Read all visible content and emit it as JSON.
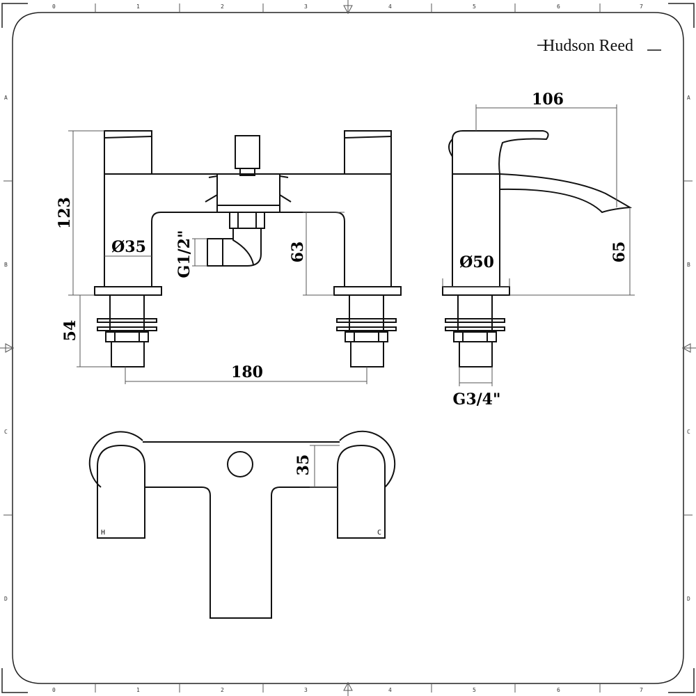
{
  "brand": "Hudson Reed",
  "grid": {
    "columns": [
      "0",
      "1",
      "2",
      "3",
      "4",
      "5",
      "6",
      "7"
    ],
    "rows": [
      "A",
      "B",
      "C",
      "D"
    ]
  },
  "dimensions": {
    "height_total": "123",
    "spout_diameter": "Ø35",
    "inlet_thread": "G1/2\"",
    "spout_height": "63",
    "shank_length": "54",
    "centres": "180",
    "reach": "106",
    "base_diameter": "Ø50",
    "side_height": "65",
    "tail_thread": "G3/4\"",
    "depth": "35"
  },
  "handle_labels": {
    "hot": "H",
    "cold": "C"
  }
}
